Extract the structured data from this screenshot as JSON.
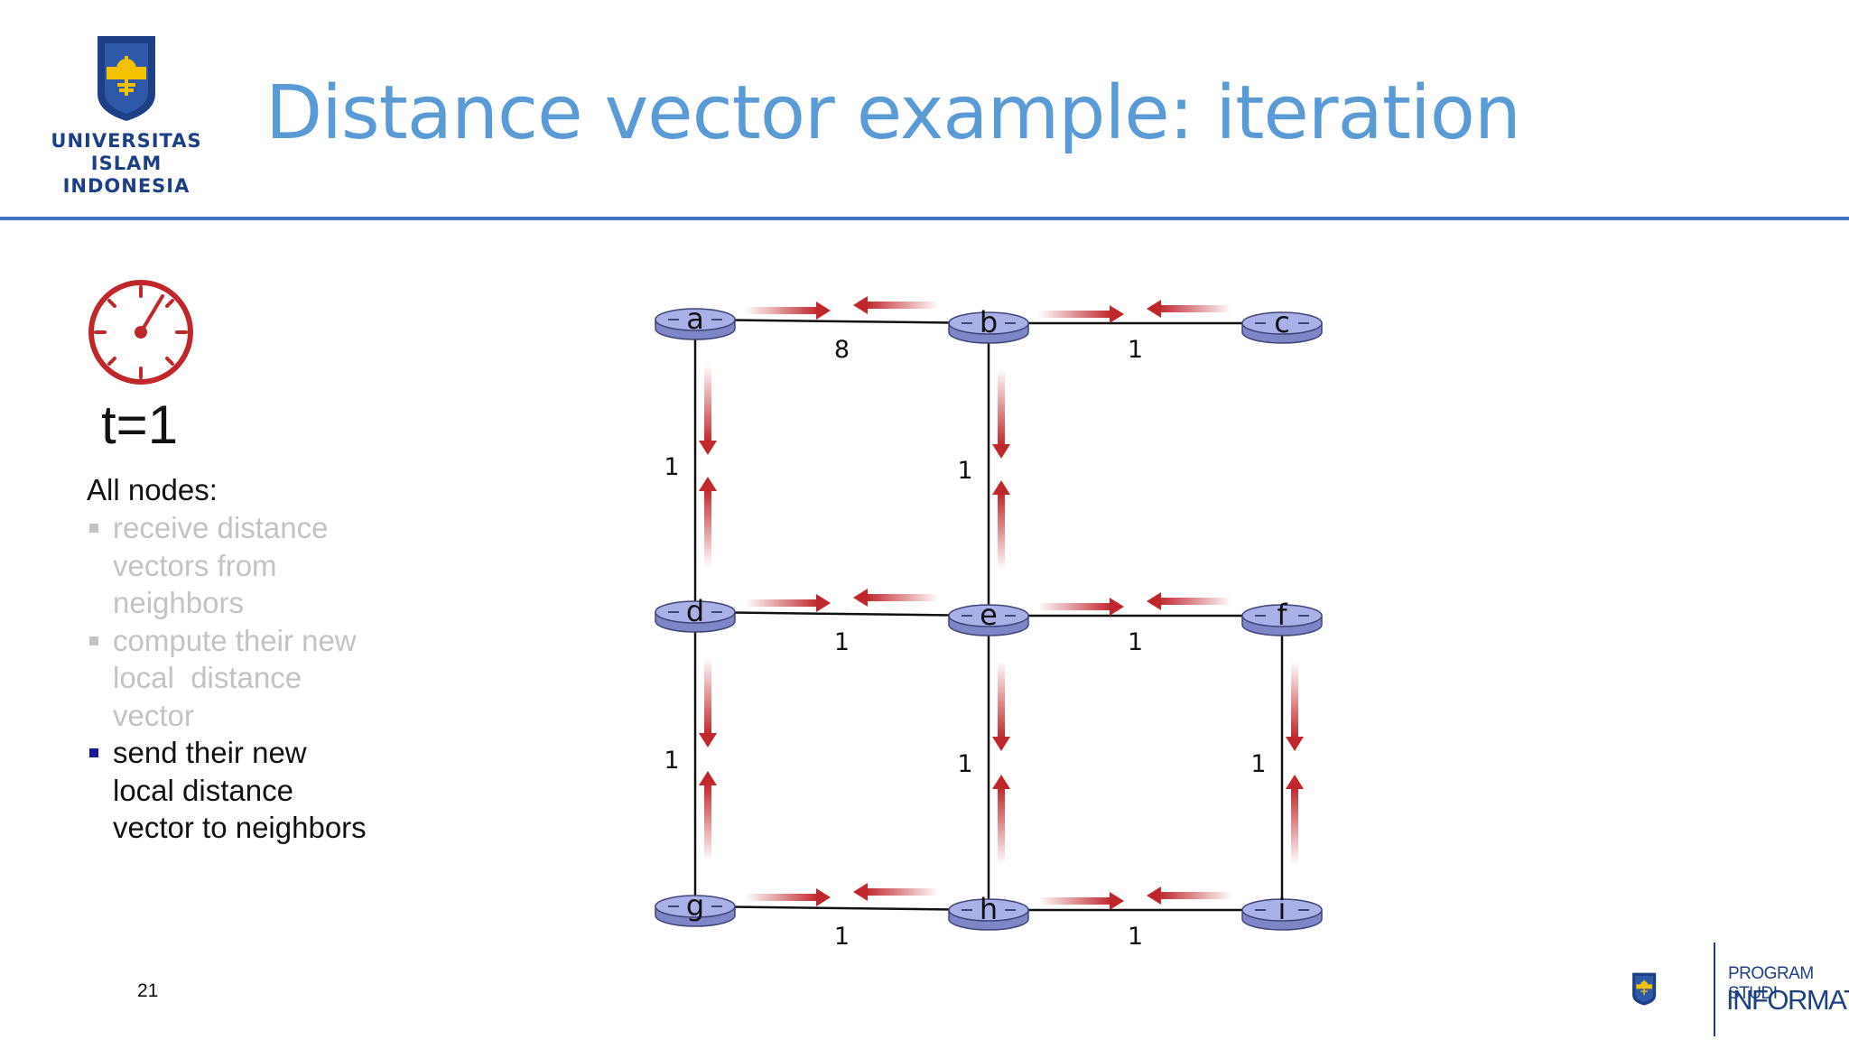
{
  "header": {
    "logo_text": "ISLAM INDONESIA UNIVERSITAS",
    "university_name": [
      "UNIVERSITAS",
      "ISLAM",
      "INDONESIA"
    ],
    "title": "Distance vector example: iteration"
  },
  "sidebar": {
    "time_label": "t=1",
    "heading": "All nodes:",
    "bullets": [
      {
        "lines": [
          "receive distance",
          "vectors from",
          "neighbors"
        ],
        "state": "dimmed"
      },
      {
        "lines": [
          "compute their new",
          "local  distance",
          "vector"
        ],
        "state": "dimmed"
      },
      {
        "lines": [
          "send their new",
          "local distance",
          "vector to neighbors"
        ],
        "state": "active"
      }
    ]
  },
  "diagram": {
    "nodes": [
      "a",
      "b",
      "c",
      "d",
      "e",
      "f",
      "g",
      "h",
      "i"
    ],
    "edges": [
      {
        "from": "a",
        "to": "b",
        "cost": "8"
      },
      {
        "from": "b",
        "to": "c",
        "cost": "1"
      },
      {
        "from": "a",
        "to": "d",
        "cost": "1"
      },
      {
        "from": "b",
        "to": "e",
        "cost": "1"
      },
      {
        "from": "d",
        "to": "e",
        "cost": "1"
      },
      {
        "from": "e",
        "to": "f",
        "cost": "1"
      },
      {
        "from": "d",
        "to": "g",
        "cost": "1"
      },
      {
        "from": "e",
        "to": "h",
        "cost": "1"
      },
      {
        "from": "f",
        "to": "i",
        "cost": "1"
      },
      {
        "from": "g",
        "to": "h",
        "cost": "1"
      },
      {
        "from": "h",
        "to": "i",
        "cost": "1"
      }
    ],
    "arrow_color": "#c0272d",
    "router_color": "#aab1e8"
  },
  "footer": {
    "page_number": "21",
    "program_line1": "PROGRAM STUDI",
    "program_line2": "INFORMATIKA"
  },
  "colors": {
    "title": "#5b9bd5",
    "rule": "#4472c4",
    "university": "#1d3f86",
    "clock": "#c0272d",
    "dimmed_text": "#c3c3c3",
    "active_bullet": "#1a1aa0"
  }
}
